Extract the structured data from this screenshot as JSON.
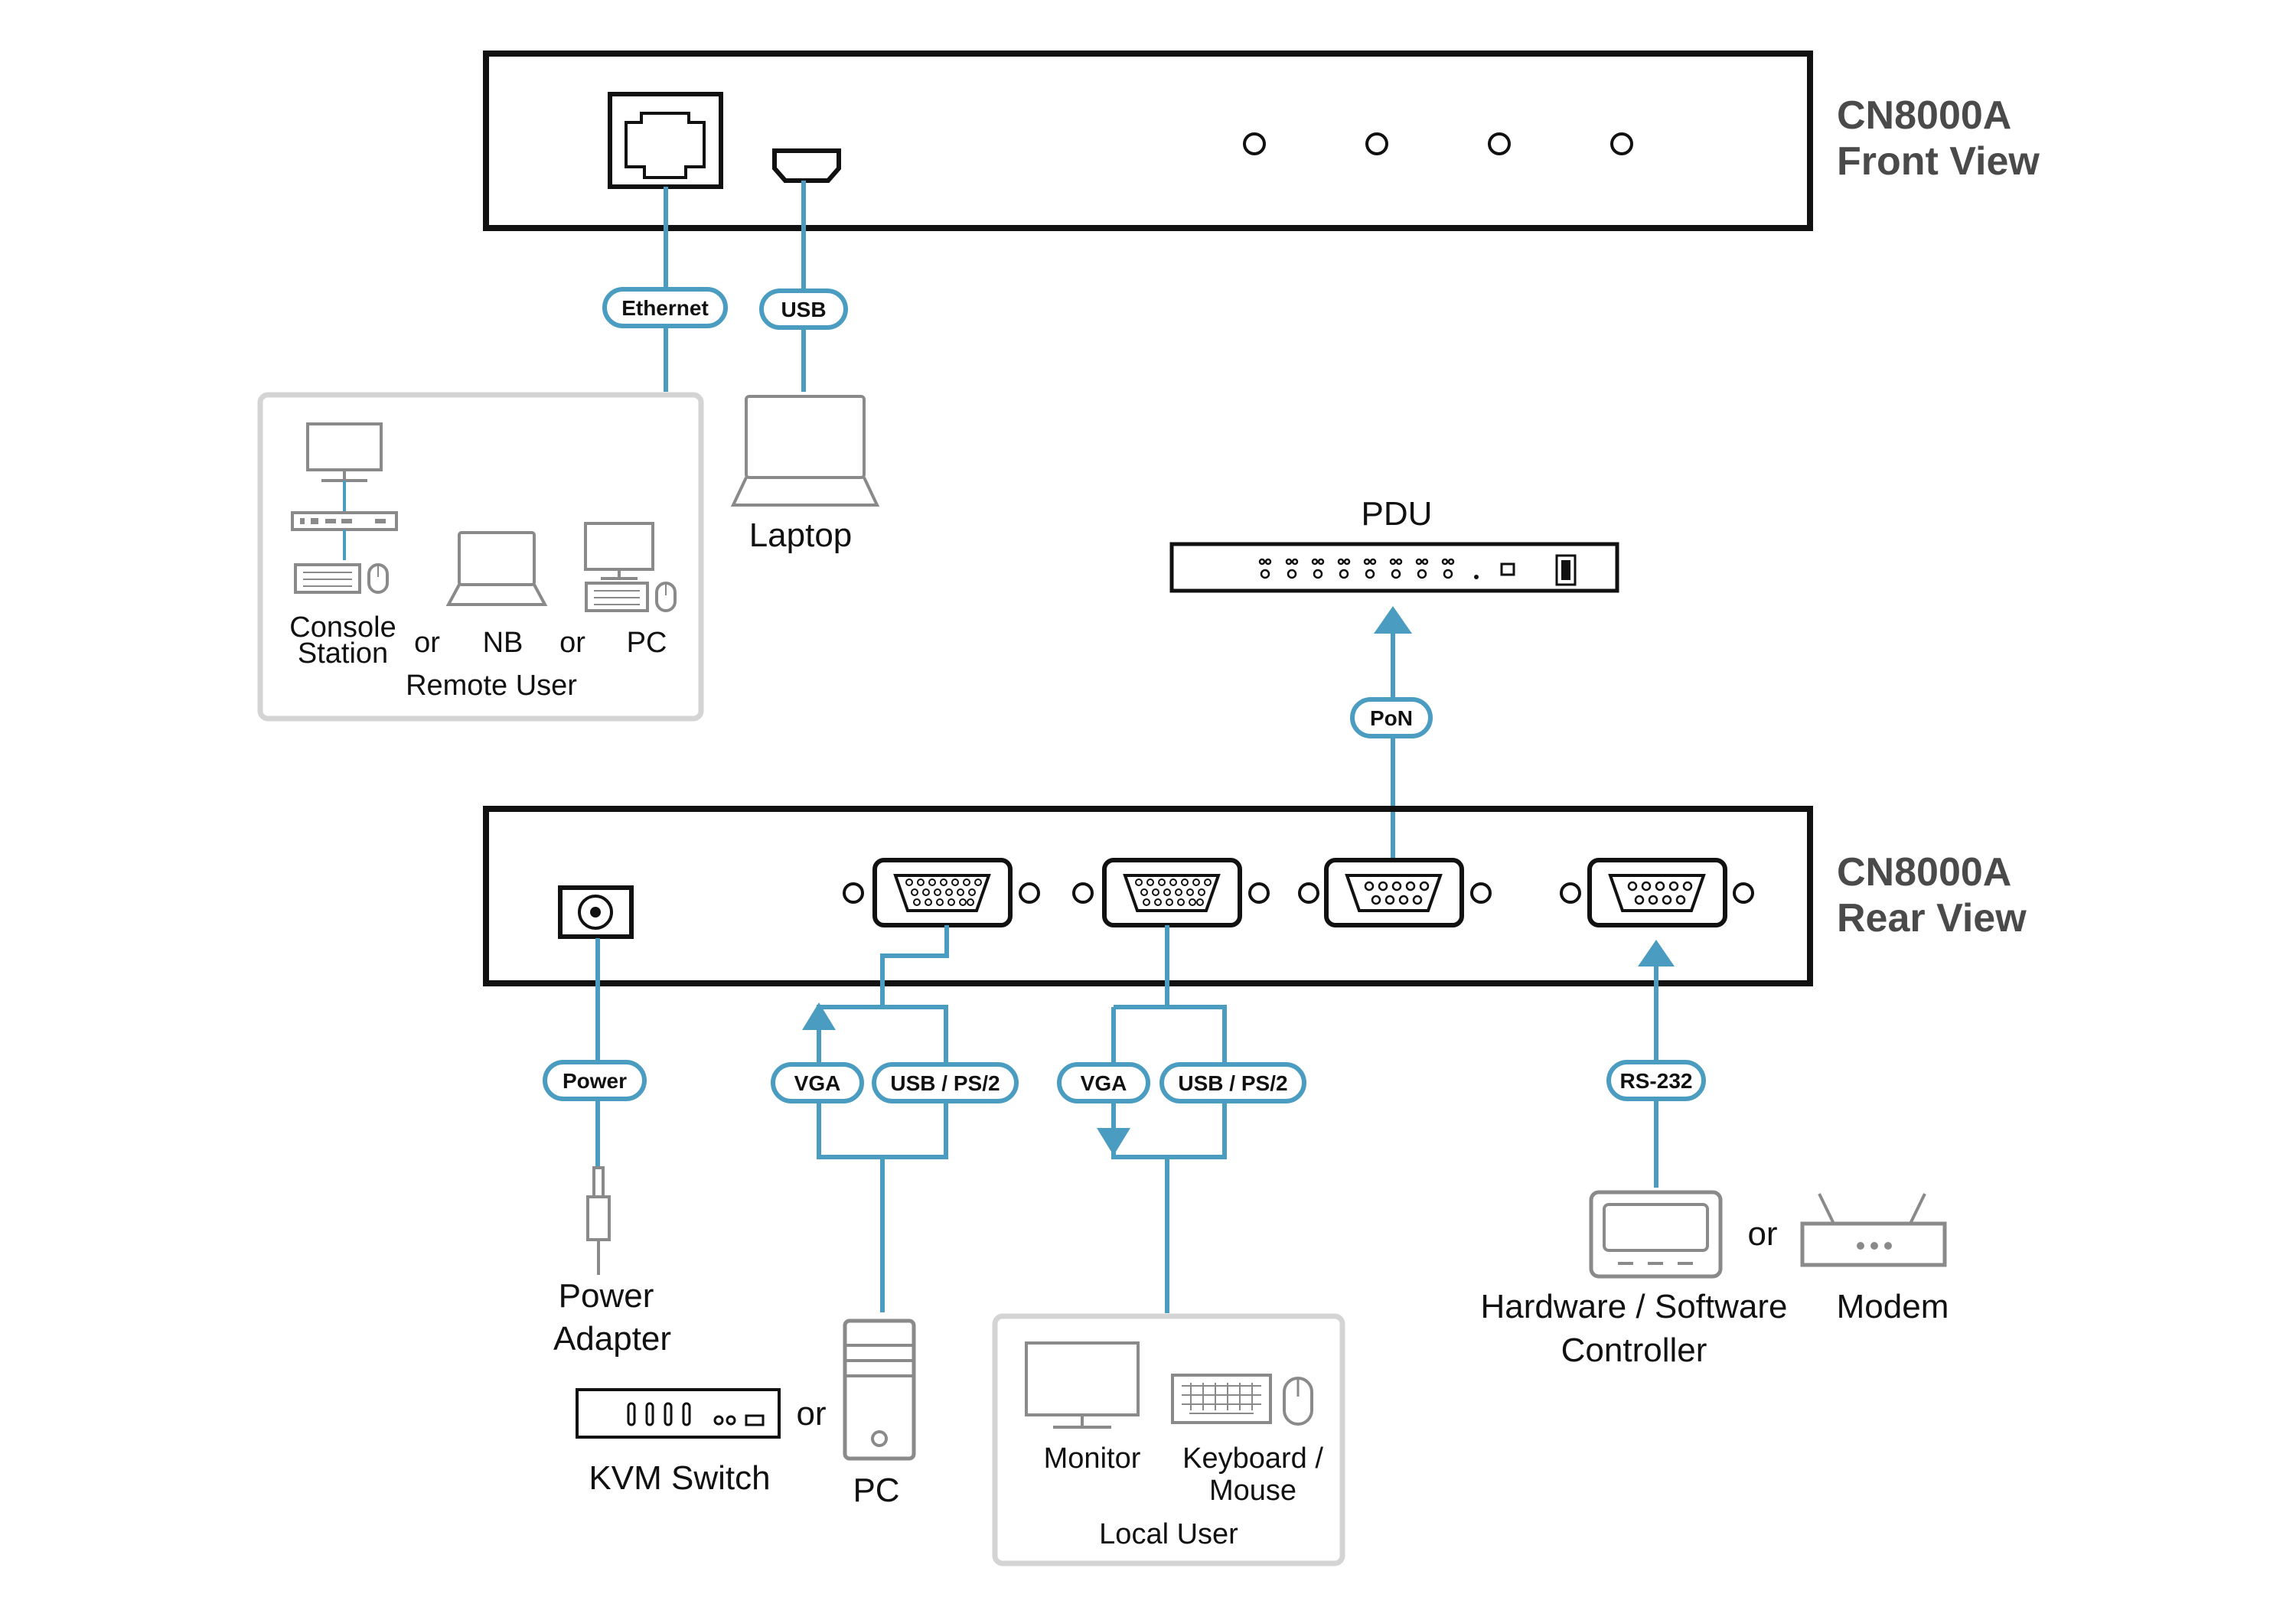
{
  "device": {
    "front": {
      "model": "CN8000A",
      "view": "Front View"
    },
    "rear": {
      "model": "CN8000A",
      "view": "Rear View"
    }
  },
  "cables": {
    "ethernet": "Ethernet",
    "usb": "USB",
    "pon": "PoN",
    "power": "Power",
    "vga_left": "VGA",
    "usbps2_left": "USB / PS/2",
    "vga_right": "VGA",
    "usbps2_right": "USB / PS/2",
    "rs232": "RS-232"
  },
  "remote_user": {
    "console_line1": "Console",
    "console_line2": "Station",
    "or1": "or",
    "nb": "NB",
    "or2": "or",
    "pc": "PC",
    "group_label": "Remote User"
  },
  "laptop": "Laptop",
  "pdu": "PDU",
  "power_adapter": {
    "line1": "Power",
    "line2": "Adapter"
  },
  "kvm_switch": "KVM Switch",
  "or_kvm": "or",
  "pc": "PC",
  "local_user": {
    "monitor": "Monitor",
    "kbm_line1": "Keyboard /",
    "kbm_line2": "Mouse",
    "group_label": "Local User"
  },
  "controller": {
    "line1": "Hardware / Software",
    "line2": "Controller",
    "or": "or",
    "modem": "Modem"
  },
  "colors": {
    "cable": "#4a9cc0",
    "device_outline": "#111111",
    "peripheral": "#8a8a8a",
    "group_border": "#d4d4d4"
  }
}
